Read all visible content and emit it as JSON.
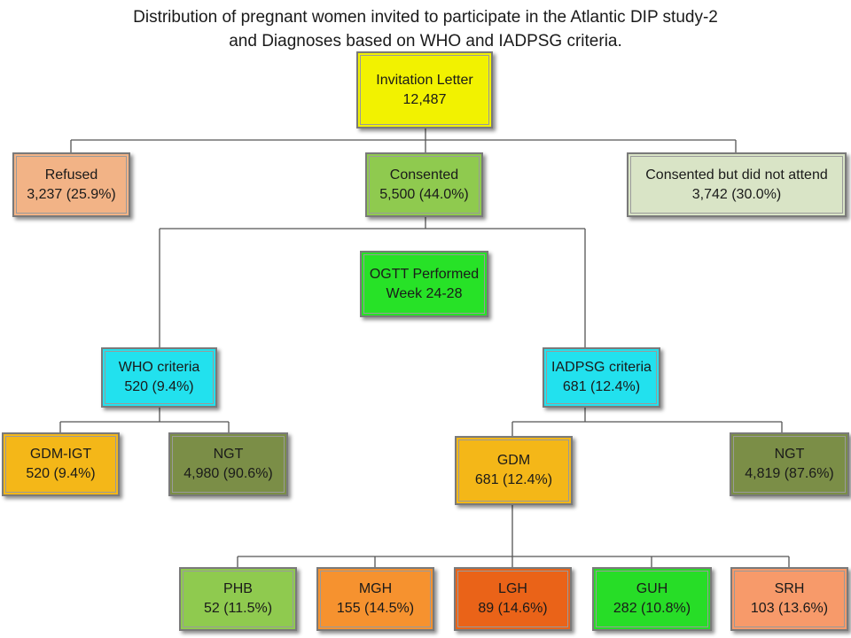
{
  "title": {
    "line1": "Distribution of pregnant women invited to participate in the Atlantic DIP study-2",
    "line2": "and Diagnoses based on WHO and IADPSG criteria."
  },
  "nodes": {
    "invitation": {
      "label": "Invitation Letter",
      "value": "12,487",
      "color": "#f2f200"
    },
    "refused": {
      "label": "Refused",
      "value": "3,237 (25.9%)",
      "color": "#f2b386"
    },
    "consented": {
      "label": "Consented",
      "value": "5,500 (44.0%)",
      "color": "#8fca4f"
    },
    "no_attend": {
      "label": "Consented but did not attend",
      "value": "3,742 (30.0%)",
      "color": "#d9e4c6"
    },
    "ogtt": {
      "label": "OGTT Performed",
      "value": "Week 24-28",
      "color": "#27e227"
    },
    "who": {
      "label": "WHO criteria",
      "value": "520 (9.4%)",
      "color": "#22e1ee"
    },
    "iadpsg": {
      "label": "IADPSG criteria",
      "value": "681 (12.4%)",
      "color": "#22e1ee"
    },
    "gdm_igt": {
      "label": "GDM-IGT",
      "value": "520 (9.4%)",
      "color": "#f4b718"
    },
    "ngt_who": {
      "label": "NGT",
      "value": "4,980 (90.6%)",
      "color": "#7b8e47"
    },
    "gdm": {
      "label": "GDM",
      "value": "681 (12.4%)",
      "color": "#f4b718"
    },
    "ngt_iadpsg": {
      "label": "NGT",
      "value": "4,819 (87.6%)",
      "color": "#7b8e47"
    },
    "phb": {
      "label": "PHB",
      "value": "52 (11.5%)",
      "color": "#8fca4f"
    },
    "mgh": {
      "label": "MGH",
      "value": "155 (14.5%)",
      "color": "#f6922f"
    },
    "lgh": {
      "label": "LGH",
      "value": "89 (14.6%)",
      "color": "#ea6318"
    },
    "guh": {
      "label": "GUH",
      "value": "282 (10.8%)",
      "color": "#27dd27"
    },
    "srh": {
      "label": "SRH",
      "value": "103 (13.6%)",
      "color": "#f79a6a"
    }
  }
}
